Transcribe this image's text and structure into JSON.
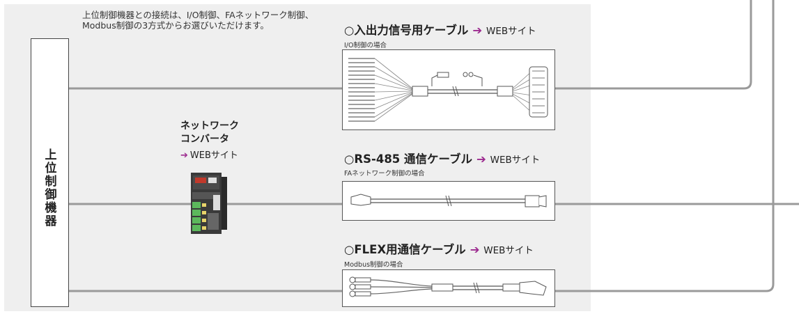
{
  "intro": {
    "line1": "上位制御機器との接続は、I/O制御、FAネットワーク制御、",
    "line2": "Modbus制御の3方式からお選びいただけます。"
  },
  "host": {
    "label_chars": [
      "上",
      "位",
      "制",
      "御",
      "機",
      "器"
    ]
  },
  "converter": {
    "title_line1": "ネットワーク",
    "title_line2": "コンバータ",
    "arrow": "➔",
    "link": "WEBサイト"
  },
  "cables": [
    {
      "title": "○入出力信号用ケーブル",
      "arrow": "➔",
      "link": "WEBサイト",
      "subtitle": "I/O制御の場合"
    },
    {
      "title": "○RS-485 通信ケーブル",
      "arrow": "➔",
      "link": "WEBサイト",
      "subtitle": "FAネットワーク制御の場合"
    },
    {
      "title": "○FLEX用通信ケーブル",
      "arrow": "➔",
      "link": "WEBサイト",
      "subtitle": "Modbus制御の場合"
    }
  ],
  "colors": {
    "panel": "#efefef",
    "line": "#999999",
    "arrow": "#9c2a8f"
  }
}
